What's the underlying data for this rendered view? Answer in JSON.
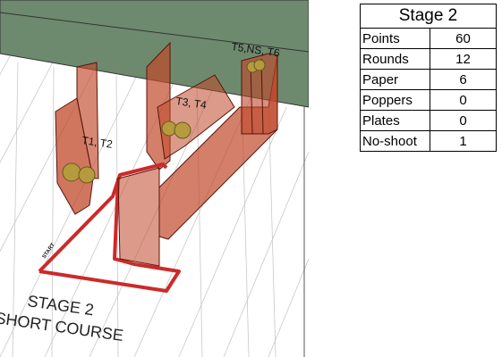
{
  "diagram": {
    "target_labels": [
      "T5,NS, T6",
      "T3, T4",
      "T1, T2"
    ],
    "start_label": "START",
    "stage_title": "STAGE 2",
    "course_name": "SHORT COURSE"
  },
  "table": {
    "title": "Stage 2",
    "rows": [
      {
        "label": "Points",
        "value": "60"
      },
      {
        "label": "Rounds",
        "value": "12"
      },
      {
        "label": "Paper",
        "value": "6"
      },
      {
        "label": "Poppers",
        "value": "0"
      },
      {
        "label": "Plates",
        "value": "0"
      },
      {
        "label": "No-shoot",
        "value": "1"
      }
    ]
  },
  "colors": {
    "berm": "#6e8a6e",
    "wall_fill": "#c0482a",
    "wall_edge": "#5a140a",
    "shooting_box": "#cc2a2a",
    "target": "#b59b3e"
  }
}
